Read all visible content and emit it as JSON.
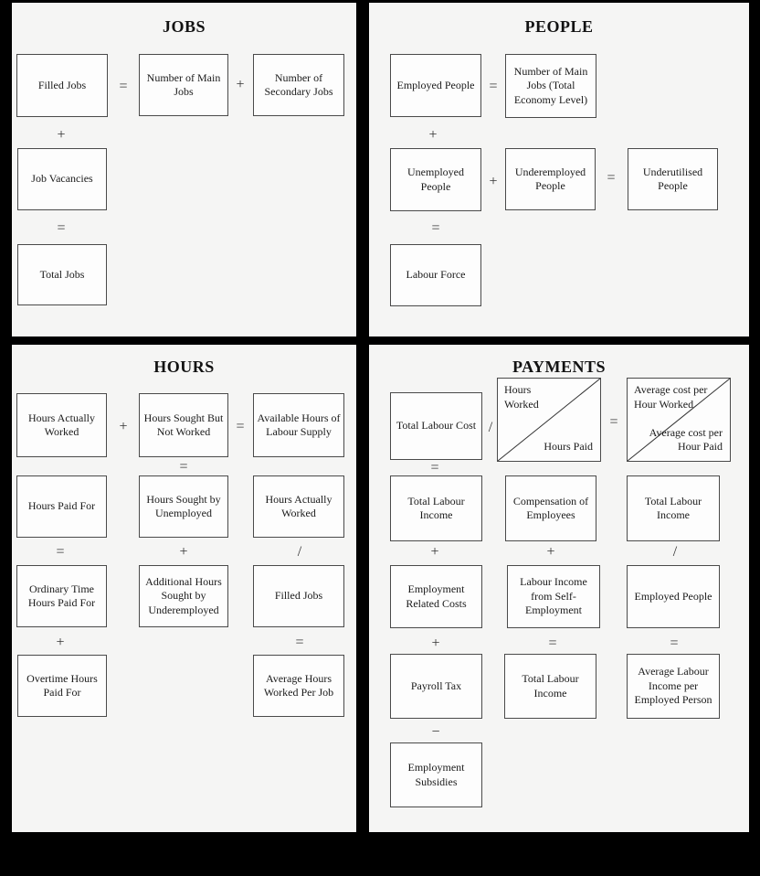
{
  "panels": {
    "jobs": {
      "title": "JOBS",
      "boxes": {
        "filled_jobs": "Filled Jobs",
        "number_of_main_jobs": "Number of Main Jobs",
        "number_of_secondary_jobs": "Number of Secondary Jobs",
        "job_vacancies": "Job Vacancies",
        "total_jobs": "Total Jobs"
      },
      "operators": {
        "filled_eq_main": "=",
        "main_plus_secondary": "+",
        "filled_plus_vacancies": "+",
        "vacancies_eq_total": "="
      }
    },
    "people": {
      "title": "PEOPLE",
      "boxes": {
        "employed_people": "Employed People",
        "number_of_main_jobs_total_economy": "Number of Main Jobs (Total Economy Level)",
        "unemployed_people": "Unemployed People",
        "underemployed_people": "Underemployed People",
        "underutilised_people": "Underutilised People",
        "labour_force": "Labour Force"
      },
      "operators": {
        "employed_eq_main_jobs": "=",
        "employed_plus_unemployed": "+",
        "unemployed_plus_underemployed": "+",
        "underemployed_eq_underutilised": "=",
        "unemployed_eq_labour_force": "="
      }
    },
    "hours": {
      "title": "HOURS",
      "boxes": {
        "hours_actually_worked": "Hours Actually Worked",
        "hours_sought_but_not_worked": "Hours Sought But Not Worked",
        "available_hours_of_labour_supply": "Available Hours of Labour Supply",
        "hours_paid_for": "Hours Paid For",
        "hours_sought_by_unemployed": "Hours Sought by Unemployed",
        "hours_actually_worked_2": "Hours Actually Worked",
        "ordinary_time_hours_paid_for": "Ordinary Time Hours Paid For",
        "additional_hours_sought_by_underemployed": "Additional Hours Sought by Underemployed",
        "filled_jobs": "Filled Jobs",
        "overtime_hours_paid_for": "Overtime Hours Paid For",
        "average_hours_worked_per_job": "Average Hours Worked Per Job"
      },
      "operators": {
        "worked_plus_sought": "+",
        "sought_eq_available": "=",
        "sought_eq_unemployed": "=",
        "paid_eq_ordinary": "=",
        "unemployed_plus_additional": "+",
        "worked_div_filled": "/",
        "ordinary_plus_overtime": "+",
        "filled_eq_average": "="
      }
    },
    "payments": {
      "title": "PAYMENTS",
      "boxes": {
        "total_labour_cost": "Total Labour Cost",
        "hours_worked": "Hours Worked",
        "hours_paid": "Hours Paid",
        "average_cost_per_hour_worked": "Average cost per Hour Worked",
        "average_cost_per_hour_paid": "Average cost per Hour Paid",
        "total_labour_income": "Total Labour Income",
        "compensation_of_employees": "Compensation of Employees",
        "total_labour_income_2": "Total Labour Income",
        "employment_related_costs": "Employment Related Costs",
        "labour_income_from_self_employment": "Labour Income from Self-Employment",
        "employed_people": "Employed People",
        "payroll_tax": "Payroll Tax",
        "total_labour_income_3": "Total Labour Income",
        "average_labour_income_per_employed_person": "Average Labour Income per Employed Person",
        "employment_subsidies": "Employment Subsidies"
      },
      "operators": {
        "cost_div_hours": "/",
        "hours_eq_average": "=",
        "cost_eq_income": "=",
        "income_plus_costs": "+",
        "compensation_plus_self": "+",
        "income_div_people": "/",
        "costs_plus_payroll": "+",
        "self_eq_income": "=",
        "people_eq_average": "=",
        "payroll_minus_subsidies": "−"
      }
    }
  },
  "colors": {
    "page_background": "#000000",
    "panel_background": "#f5f5f4",
    "box_background": "#fdfdfd",
    "box_border": "#4a4a4a",
    "text": "#1a1a1a"
  }
}
